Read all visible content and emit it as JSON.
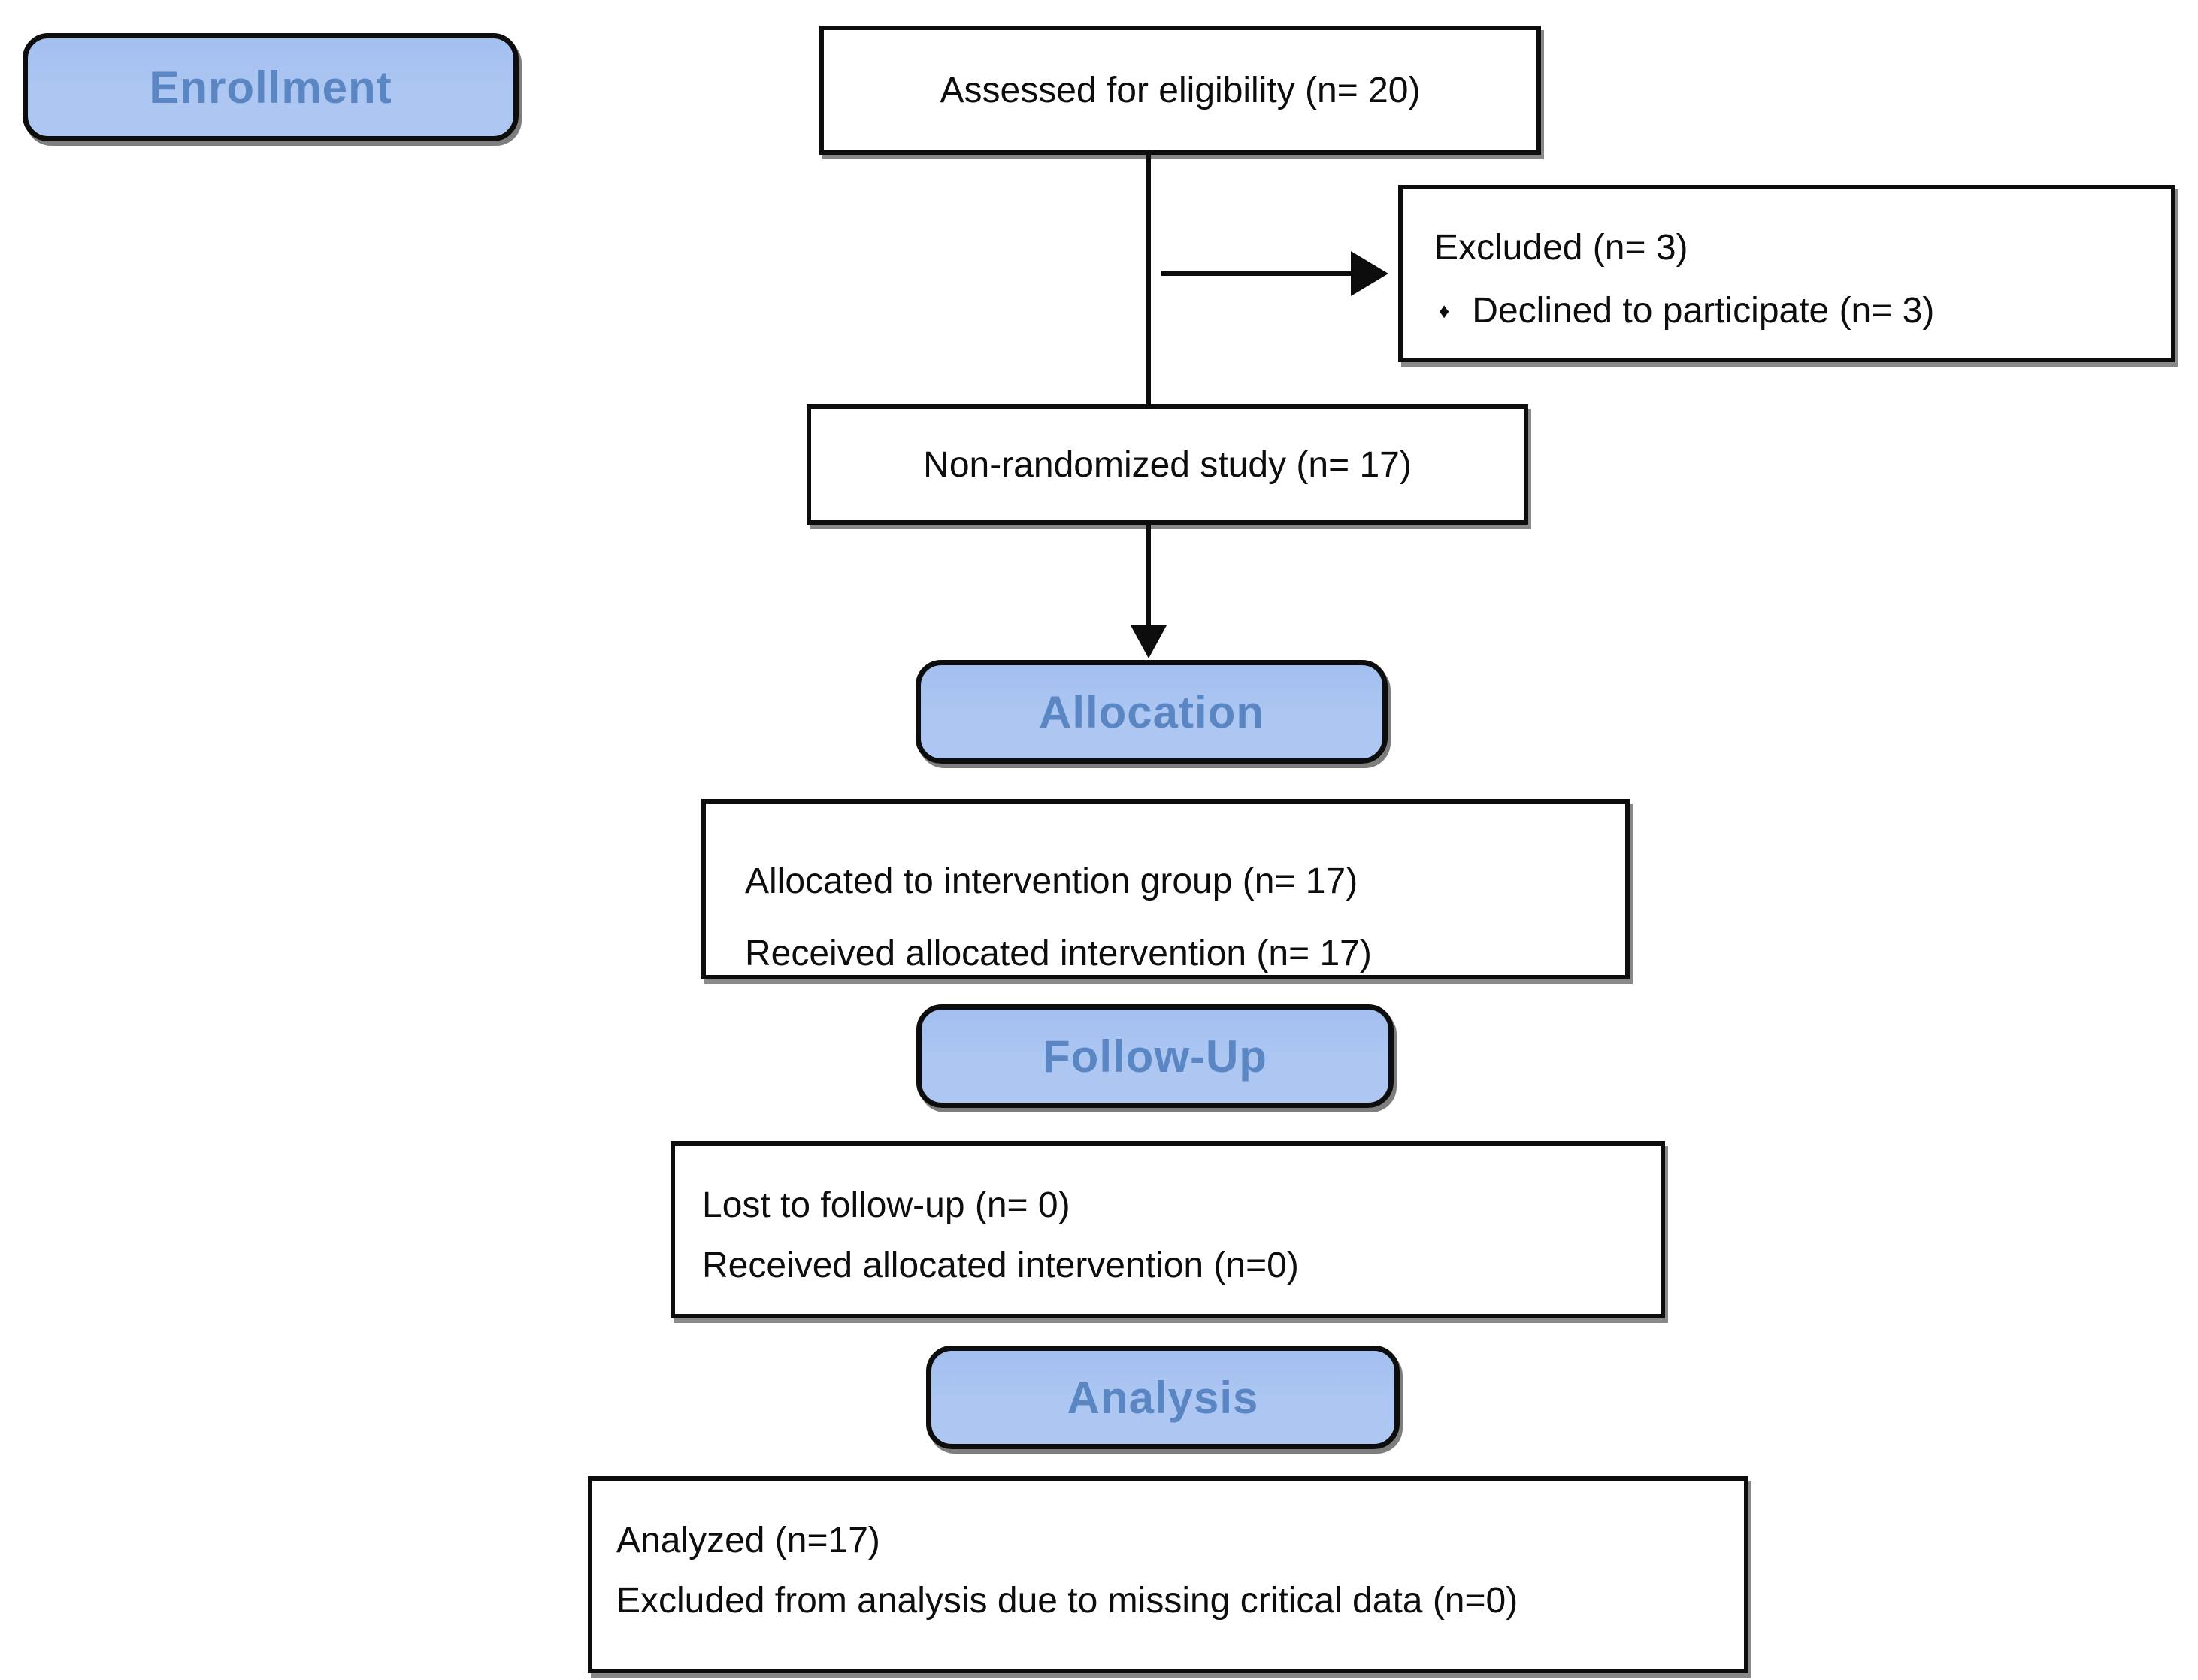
{
  "diagram_type": "participant-flow-diagram",
  "stages": {
    "enrollment": "Enrollment",
    "allocation": "Allocation",
    "followup": "Follow-Up",
    "analysis": "Analysis"
  },
  "boxes": {
    "assessed": "Assessed for eligibility (n= 20)",
    "excluded_title": "Excluded (n= 3)",
    "excluded_bullet_marker": "♦",
    "excluded_bullet": "Declined to participate (n= 3)",
    "nonrandomized": "Non-randomized study (n= 17)",
    "allocated_line1": "Allocated to intervention group (n= 17)",
    "allocated_line2": "Received allocated intervention (n= 17)",
    "lost_line1": "Lost to follow-up (n= 0)",
    "lost_line2": "Received allocated intervention (n=0)",
    "analyzed_line1": "Analyzed (n=17)",
    "analyzed_line2": "Excluded from analysis due to missing critical data (n=0)"
  },
  "counts": {
    "assessed": 20,
    "excluded": 3,
    "declined": 3,
    "nonrandomized": 17,
    "allocated": 17,
    "received_intervention": 17,
    "lost_to_followup": 0,
    "analyzed": 17,
    "excluded_from_analysis": 0
  },
  "colors": {
    "stageFill": "#adc7f2",
    "stageText": "#5b86c4",
    "lineColor": "#0d0d0d",
    "bodyText": "#0d0d0d",
    "pageBg": "#ffffff"
  }
}
